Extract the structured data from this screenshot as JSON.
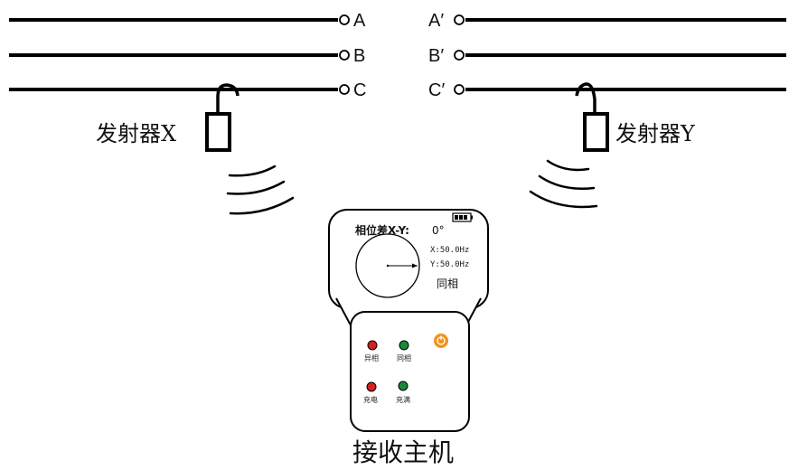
{
  "lines_left": [
    {
      "label": "A"
    },
    {
      "label": "B"
    },
    {
      "label": "C"
    }
  ],
  "lines_right": [
    {
      "label": "A′"
    },
    {
      "label": "B′"
    },
    {
      "label": "C′"
    }
  ],
  "transmitter_x": {
    "label": "发射器X"
  },
  "transmitter_y": {
    "label": "发射器Y"
  },
  "receiver": {
    "caption": "接收主机",
    "screen": {
      "title": "相位差X-Y:",
      "phase_value": "0°",
      "freq_x": "X:50.0Hz",
      "freq_y": "Y:50.0Hz",
      "status": "同相"
    },
    "indicators": [
      {
        "label": "异相",
        "color": "#d42020"
      },
      {
        "label": "同相",
        "color": "#1a8a3a"
      },
      {
        "label": "充电",
        "color": "#d42020"
      },
      {
        "label": "充满",
        "color": "#1a8a3a"
      }
    ],
    "power_button_color": "#f0921e"
  }
}
